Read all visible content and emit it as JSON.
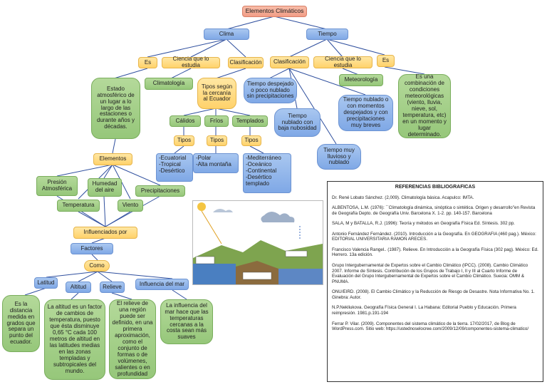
{
  "title": "Elementos Climáticos",
  "clima": {
    "label": "Clima",
    "es": "Es",
    "ciencia": "Ciencia que lo estudia",
    "clasificacion": "Clasificación",
    "climatologia": "Climatología",
    "definicion": "Estado atmosférico de un lugar a lo largo de las estaciones o durante años y décadas.",
    "tipos_segun": "Tipos según la cercanía al Ecuador",
    "calidos": "Cálidos",
    "frios": "Fríos",
    "templados": "Templados",
    "tipos": "Tipos",
    "calidos_list": [
      "-Ecuatorial",
      "-Tropical",
      "-Desértico"
    ],
    "frios_list": [
      "-Polar",
      "-Alta montaña"
    ],
    "templados_list": [
      "-Mediterráneo",
      "-Oceánico",
      "-Continental",
      "-Desértico templado"
    ]
  },
  "tiempo": {
    "label": "Tiempo",
    "clasificacion": "Clasificación",
    "ciencia": "Ciencia que lo estudia",
    "es": "Es",
    "meteorologia": "Meteorología",
    "definicion": "Es una combinación de condiciones meteorológicas (viento, lluvia, nieve, sol, temperatura, etc) en un momento y lugar determinado.",
    "despejado": "Tiempo despejado o poco nublado sin precipitaciones",
    "nublado": "Tiempo nublado con baja nubosidad",
    "lluvioso": "Tiempo muy lluvioso y nublado",
    "momentos": "Tiempo nublado o con momentos despejados y con precipitaciones muy breves"
  },
  "elementos": {
    "label": "Elementos",
    "presion": "Presión Atmosférica",
    "humedad": "Humedad del aire",
    "temperatura": "Temperatura",
    "viento": "Viento",
    "precipitaciones": "Precipitaciones",
    "influenciados": "Influenciados por",
    "factores": "Factores",
    "como": "Como"
  },
  "factores": {
    "latitud": "Latitud",
    "altitud": "Altitud",
    "relieve": "Relieve",
    "mar": "Influencia del mar",
    "latitud_desc": "Es la distancia medida en grados que separa un punto del ecuador.",
    "altitud_desc": "La altitud es un factor de cambios de temperatura, puesto que ésta disminuye 0,65 °C cada 100 metros de altitud en las latitudes medias en las zonas templadas y subtropicales del mundo.",
    "relieve_desc": "El relieve de una región puede ser definido, en una primera aproximación, como el conjunto de formas o de volúmenes, salientes o en profundidad",
    "mar_desc": "La influencia del mar hace que las temperaturas cercanas a la costa sean más suaves"
  },
  "referencias": {
    "title": "REFERENCIAS BIBLIOGRAFICAS",
    "items": [
      "Dr. René Lobato Sánchez. (2,009). Climatología básica. Acapulco: IMTA.",
      "ALBENTOSA, L.M. (1976): ``Climatología dinámica, sinóptica o sintética. Origen y desarrollo''en Revista de Geografía Depto. de Geografía Univ. Barcelona X. 1-2. pp. 140-157. Barcelona",
      "SALA, M y BATALLA, R.J. (1996): Teoría y métodos en Geografía Física Ed. Síntesis. 302 pp.",
      "Antonio Fernández Fernández. (2010). Introducción a la Geografía. En GEOGRAFIA (460 pag.). México: EDITORIAL UNIVERSITARIA RAMON ARECES.",
      "Francisco Valencia Rangel.. (1987). Relieve. En Introducción a la Geografía Física (302 pag). México: Ed. Herrero. 13a edición.",
      "Grupo Intergubernamental de Expertos sobre el Cambio Climático (IPCC). (2008). Cambio Climático 2007. Informe de Síntesis. Contribución de los Grupos de Trabajo I, II y III al Cuarto Informe de Evaluación del Grupo Intergubernamental de Expertos sobre el Cambio Climático. Suecia: OMM & PNUMA.",
      "ONU/EIRD. (2008). El Cambio Climático y la Reducción de Riesgo de Desastre. Nota Informativa No. 1. Ginebra: Autor.",
      "N.P.Nekliukova. Geografía Física General I. La Habana: Editorial Pueblo y Educación. Primera reimpresión. 1981.p.191-194",
      "Ferrar P. Vilar. (2009). Componentes del sistema climático de la tierra. 17/02/2017, de Blog de WordPress.com. Sitio web: https://ustednoselocree.com/2009/12/09/componentes-sistema-climatico/"
    ]
  },
  "colors": {
    "blue": "#8fb4ea",
    "orange": "#ffd97f",
    "green": "#a3cf86",
    "salmon": "#f4ab94",
    "line": "#2f4f9e"
  }
}
